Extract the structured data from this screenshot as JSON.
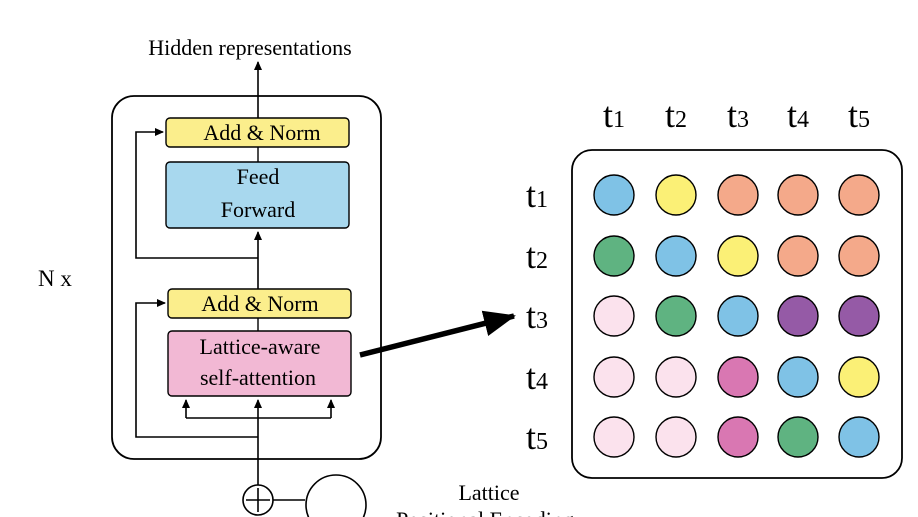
{
  "diagram": {
    "output_label": "Hidden representations",
    "repeat_label": "N x",
    "sublayers": {
      "add_norm_top": "Add & Norm",
      "feed_forward": [
        "Feed",
        "Forward"
      ],
      "add_norm_bottom": "Add & Norm",
      "attention": [
        "Lattice-aware",
        "self-attention"
      ]
    },
    "input": {
      "positional_encoding": [
        "Lattice",
        "Positional Encoding"
      ]
    },
    "matrix": {
      "col_labels": [
        "t1",
        "t2",
        "t3",
        "t4",
        "t5"
      ],
      "row_labels": [
        "t1",
        "t2",
        "t3",
        "t4",
        "t5"
      ],
      "cells": [
        [
          "blue",
          "yellow",
          "orange",
          "orange",
          "orange"
        ],
        [
          "green",
          "blue",
          "yellow",
          "orange",
          "orange"
        ],
        [
          "pink",
          "green",
          "blue",
          "purple",
          "purple"
        ],
        [
          "pink",
          "pink",
          "magenta",
          "blue",
          "yellow"
        ],
        [
          "pink",
          "pink",
          "magenta",
          "green",
          "blue"
        ]
      ]
    },
    "colors": {
      "add_norm_fill": "#fbee8c",
      "feed_forward_fill": "#a8d8ee",
      "attention_fill": "#f2b8d4",
      "blue": "#7fc2e6",
      "yellow": "#fbf076",
      "orange": "#f4a98a",
      "green": "#5fb381",
      "pink": "#fbe2ed",
      "purple": "#955aa6",
      "magenta": "#d977b2"
    }
  }
}
